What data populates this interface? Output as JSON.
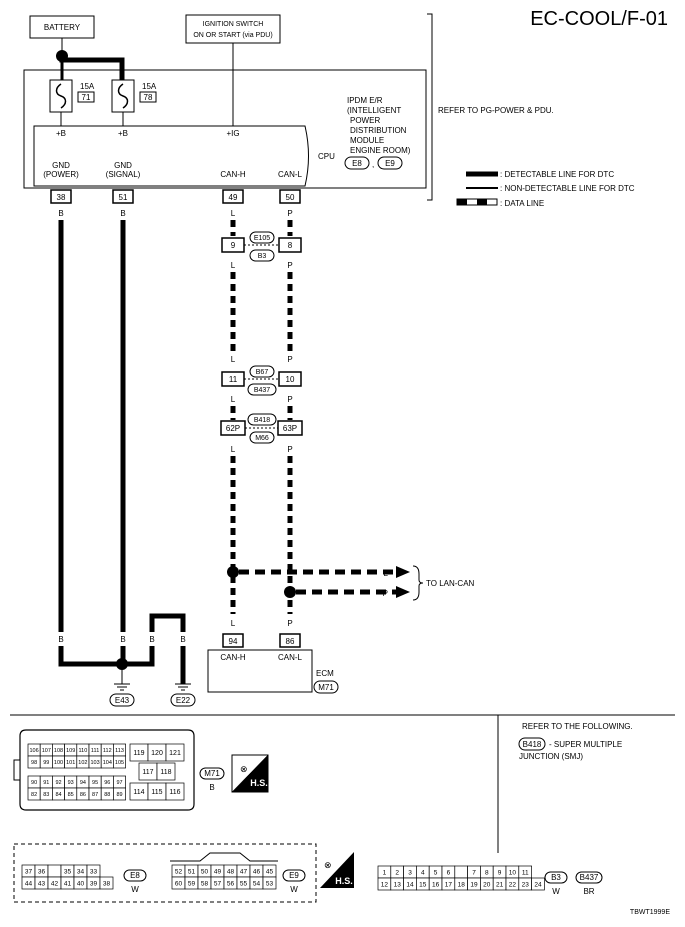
{
  "page_id": "EC-COOL/F-01",
  "image_code": "TBWT1999E",
  "battery": "BATTERY",
  "ignition": {
    "line1": "IGNITION SWITCH",
    "line2": "ON OR START (via PDU)"
  },
  "fuse1": {
    "amp": "15A",
    "num": "71"
  },
  "fuse2": {
    "amp": "15A",
    "num": "78"
  },
  "ipdm": {
    "lines": [
      "IPDM E/R",
      "(INTELLIGENT",
      "POWER",
      "DISTRIBUTION",
      "MODULE",
      "ENGINE ROOM)"
    ],
    "conn1": "E8",
    "conn2": "E9",
    "sep": ",",
    "cpu": "CPU",
    "refer": "REFER TO PG-POWER & PDU.",
    "pins": {
      "b1": "+B",
      "b2": "+B",
      "ig": "+IG"
    }
  },
  "term": {
    "gnd_power": {
      "label1": "GND",
      "label2": "(POWER)",
      "pin": "38"
    },
    "gnd_signal": {
      "label1": "GND",
      "label2": "(SIGNAL)",
      "pin": "51"
    },
    "can_h": {
      "label": "CAN-H",
      "pin": "49"
    },
    "can_l": {
      "label": "CAN-L",
      "pin": "50"
    }
  },
  "legend": {
    "detectable": ": DETECTABLE LINE FOR DTC",
    "non_detectable": ": NON-DETECTABLE LINE FOR DTC",
    "data": ": DATA LINE"
  },
  "wire_colors": {
    "b": "B",
    "l": "L",
    "p": "P"
  },
  "junctions": {
    "j1": {
      "left": "9",
      "right": "8",
      "top": "E105",
      "bottom": "B3"
    },
    "j2": {
      "left": "11",
      "right": "10",
      "top": "B67",
      "bottom": "B437"
    },
    "j3": {
      "left": "62P",
      "right": "63P",
      "top": "B418",
      "bottom": "M66"
    }
  },
  "to_lan_can": "TO LAN-CAN",
  "ecm": {
    "label": "ECM",
    "conn": "M71",
    "pin_h": "94",
    "pin_l": "86",
    "can_h": "CAN-H",
    "can_l": "CAN-L"
  },
  "grounds": {
    "e43": "E43",
    "e22": "E22"
  },
  "refer_following": "REFER TO THE FOLLOWING.",
  "smj": {
    "conn": "B418",
    "text1": "- SUPER MULTIPLE",
    "text2": "JUNCTION (SMJ)"
  },
  "hs": "H.S.",
  "m71_conn": {
    "name": "M71",
    "color": "B",
    "row1": [
      "106",
      "107",
      "108",
      "109",
      "110",
      "111",
      "112",
      "113"
    ],
    "row2": [
      "98",
      "99",
      "100",
      "101",
      "102",
      "103",
      "104",
      "105"
    ],
    "row3": [
      "90",
      "91",
      "92",
      "93",
      "94",
      "95",
      "96",
      "97"
    ],
    "row4": [
      "82",
      "83",
      "84",
      "85",
      "86",
      "87",
      "88",
      "89"
    ],
    "blk_a": [
      "119",
      "120",
      "121"
    ],
    "blk_b": [
      "117",
      "118"
    ],
    "blk_c": [
      "114",
      "115",
      "116"
    ]
  },
  "e8_conn": {
    "name": "E8",
    "color": "W",
    "row1": [
      "37",
      "36",
      "",
      "35",
      "34",
      "33"
    ],
    "row2": [
      "44",
      "43",
      "42",
      "41",
      "40",
      "39",
      "38"
    ]
  },
  "e9_conn": {
    "name": "E9",
    "color": "W",
    "row1": [
      "52",
      "51",
      "50",
      "49",
      "48",
      "47",
      "46",
      "45"
    ],
    "row2": [
      "60",
      "59",
      "58",
      "57",
      "56",
      "55",
      "54",
      "53"
    ]
  },
  "b3_conn": {
    "name": "B3",
    "name2": "B437",
    "color1": "W",
    "color2": "BR",
    "row1": [
      "1",
      "2",
      "3",
      "4",
      "5",
      "6",
      "",
      "7",
      "8",
      "9",
      "10",
      "11"
    ],
    "row2": [
      "12",
      "13",
      "14",
      "15",
      "16",
      "17",
      "18",
      "19",
      "20",
      "21",
      "22",
      "23",
      "24"
    ]
  }
}
